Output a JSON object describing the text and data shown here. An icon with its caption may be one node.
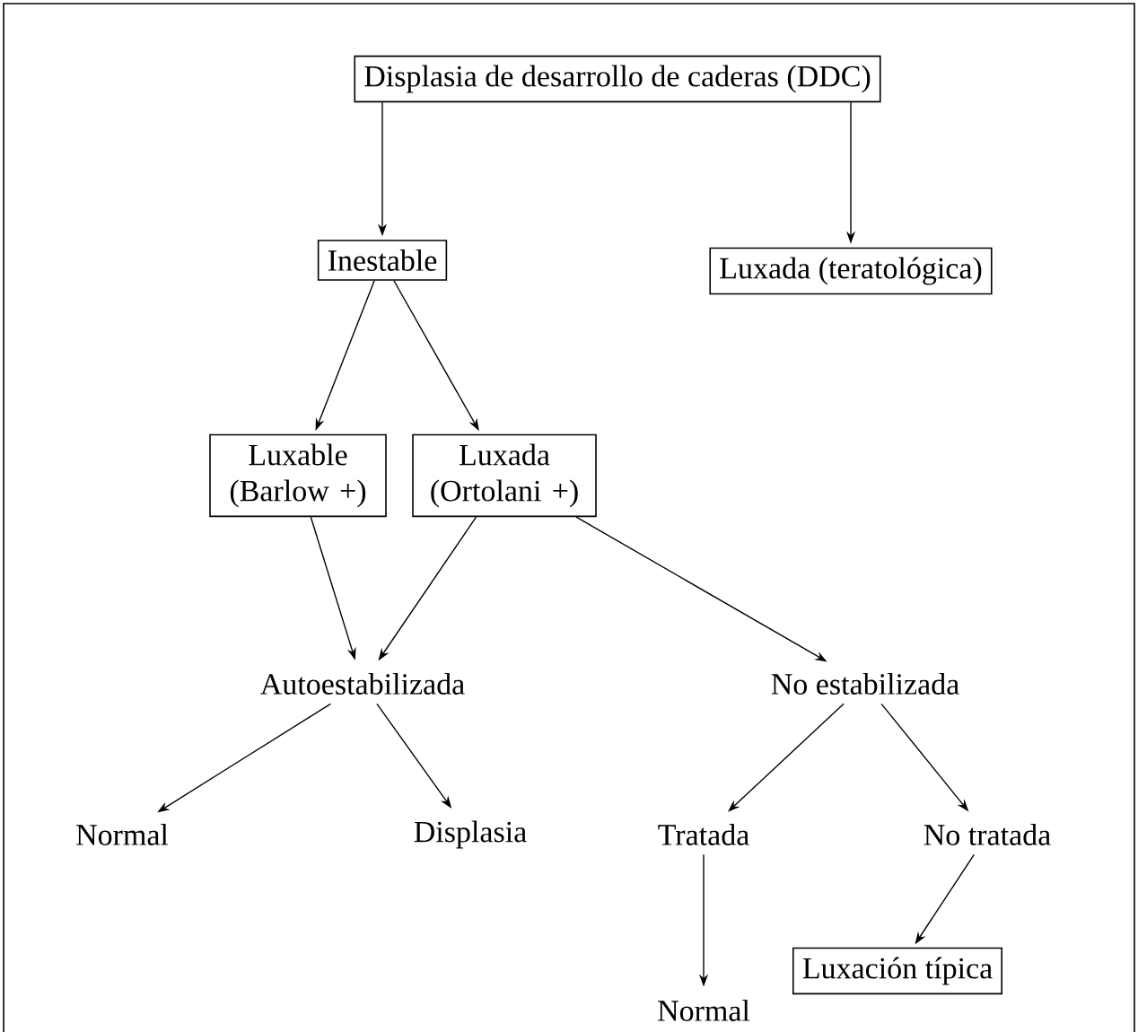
{
  "diagram": {
    "nodes": [
      {
        "text": [
          "Displasia de desarrollo de caderas (DDC)"
        ]
      },
      {
        "text": [
          "Inestable"
        ]
      },
      {
        "text": [
          "Luxada (teratológica)"
        ]
      },
      {
        "text": [
          "Luxable (Barlow +)"
        ]
      },
      {
        "text": [
          "Luxada (Ortolani +)"
        ]
      },
      {
        "text": [
          "Autoestabilizada"
        ]
      },
      {
        "text": [
          "No estabilizada"
        ]
      },
      {
        "text": [
          "Normal"
        ]
      },
      {
        "text": [
          "Displasia"
        ]
      },
      {
        "text": [
          "Tratada"
        ]
      },
      {
        "text": [
          "No tratada"
        ]
      },
      {
        "text": [
          "Normal"
        ]
      },
      {
        "text": [
          "Luxación típica"
        ]
      }
    ],
    "edges": [
      {
        "from": 0,
        "to": 1,
        "arrow": "to"
      },
      {
        "from": 0,
        "to": 2,
        "arrow": "to"
      },
      {
        "from": 1,
        "to": 3,
        "arrow": "to"
      },
      {
        "from": 1,
        "to": 4,
        "arrow": "to"
      },
      {
        "from": 3,
        "to": 5,
        "arrow": "to"
      },
      {
        "from": 4,
        "to": 5,
        "arrow": "to"
      },
      {
        "from": 4,
        "to": 6,
        "arrow": "to"
      },
      {
        "from": 5,
        "to": 7,
        "arrow": "to"
      },
      {
        "from": 5,
        "to": 8,
        "arrow": "to"
      },
      {
        "from": 6,
        "to": 9,
        "arrow": "to"
      },
      {
        "from": 6,
        "to": 10,
        "arrow": "to"
      },
      {
        "from": 9,
        "to": 11,
        "arrow": "to"
      },
      {
        "from": 10,
        "to": 12,
        "arrow": "to"
      }
    ]
  }
}
